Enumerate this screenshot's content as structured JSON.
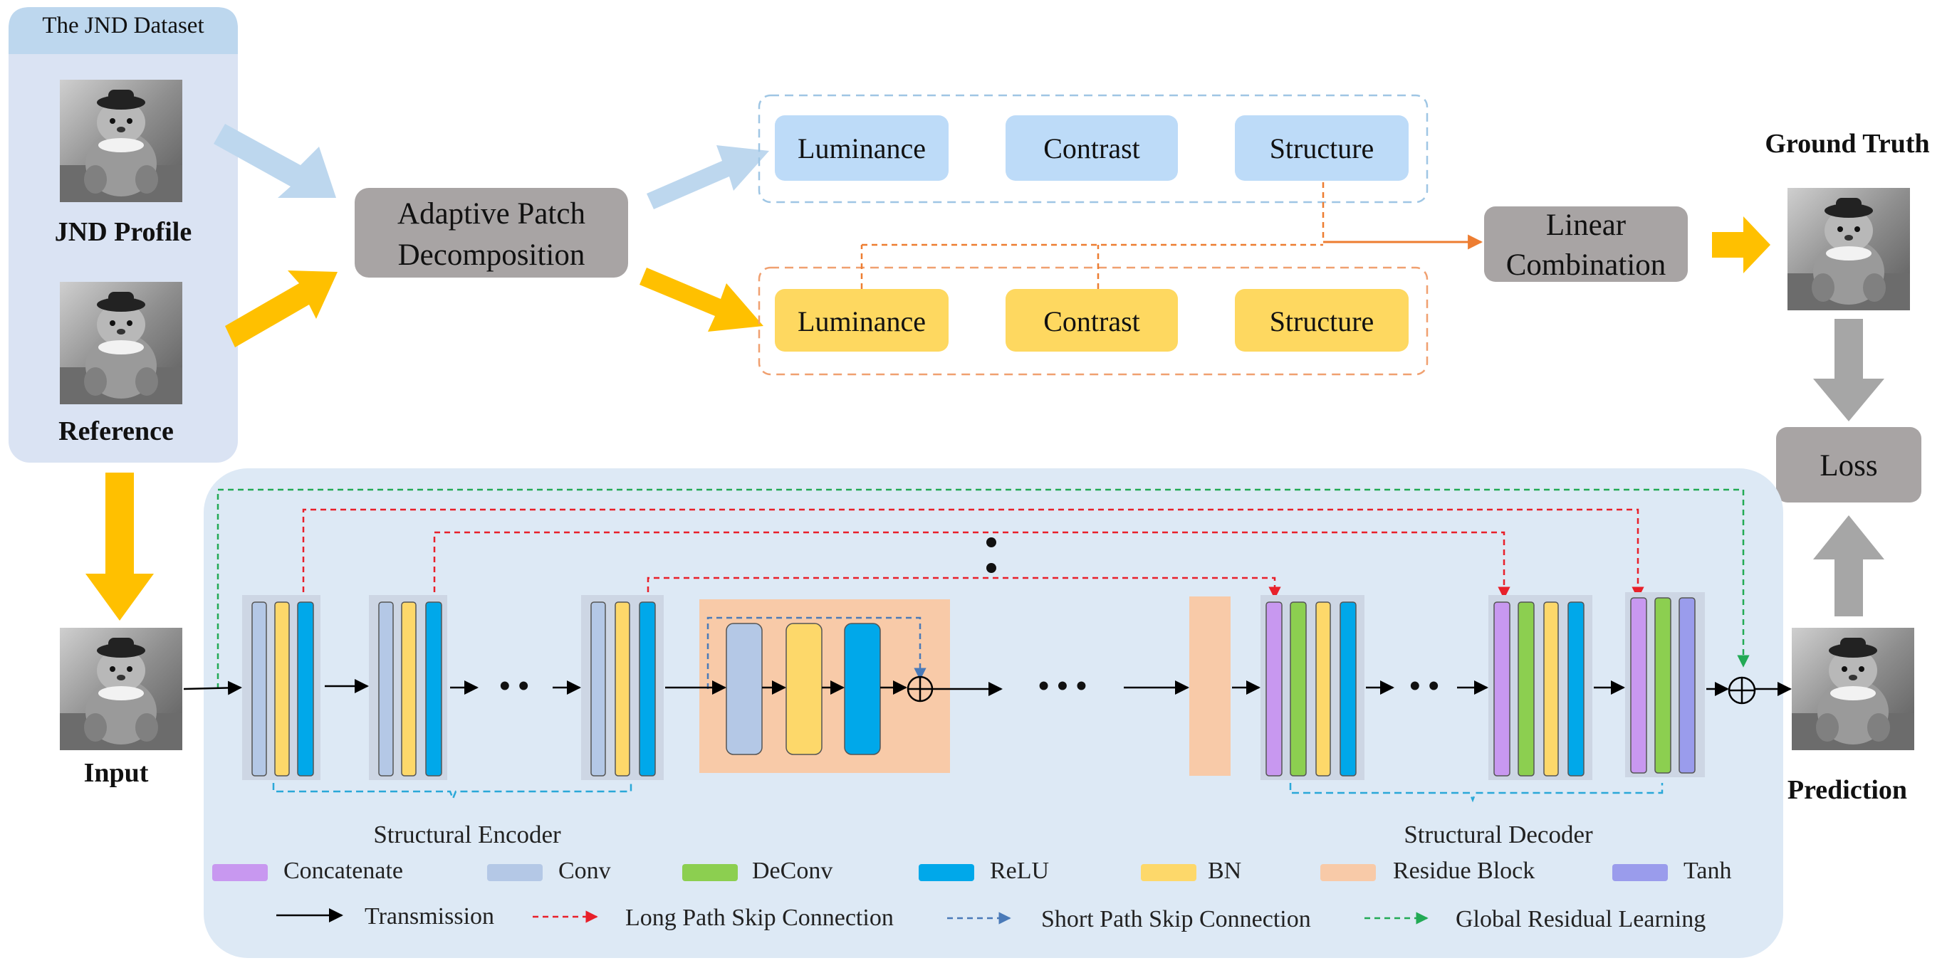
{
  "dataset": {
    "title": "The JND Dataset",
    "jnd_profile_label": "JND Profile",
    "reference_label": "Reference"
  },
  "adaptive_patch": {
    "line1": "Adaptive Patch",
    "line2": "Decomposition"
  },
  "components_blue": [
    "Luminance",
    "Contrast",
    "Structure"
  ],
  "components_yellow": [
    "Luminance",
    "Contrast",
    "Structure"
  ],
  "linear_combination": {
    "line1": "Linear",
    "line2": "Combination"
  },
  "ground_truth_label": "Ground Truth",
  "loss_label": "Loss",
  "input_label": "Input",
  "prediction_label": "Prediction",
  "encoder_label": "Structural Encoder",
  "decoder_label": "Structural Decoder",
  "ellipsis": "• •",
  "ellipsis_long": "• • •",
  "vertical_dots": ":",
  "legend_layers": [
    {
      "label": "Concatenate",
      "color": "#c898f0"
    },
    {
      "label": "Conv",
      "color": "#b4c8e6"
    },
    {
      "label": "DeConv",
      "color": "#8ccf50"
    },
    {
      "label": "ReLU",
      "color": "#00a8ea"
    },
    {
      "label": "BN",
      "color": "#fdd86a"
    },
    {
      "label": "Residue Block",
      "color": "#f8caa8"
    },
    {
      "label": "Tanh",
      "color": "#9a9cec"
    }
  ],
  "legend_lines": [
    {
      "label": "Transmission",
      "color": "#000000"
    },
    {
      "label": "Long Path Skip Connection",
      "color": "#e8202a"
    },
    {
      "label": "Short Path Skip Connection",
      "color": "#4a7ab8"
    },
    {
      "label": "Global Residual Learning",
      "color": "#22aa55"
    }
  ],
  "colors": {
    "blue_box": "#bddbf8",
    "yellow_box": "#fed860",
    "gray_box": "#a8a4a4",
    "orange_arrow": "#ffc000",
    "light_blue_arrow": "#bdd7ee",
    "gray_arrow": "#a6a6a6",
    "network_panel": "#dde9f5",
    "dataset_panel": "#dae3f3"
  }
}
